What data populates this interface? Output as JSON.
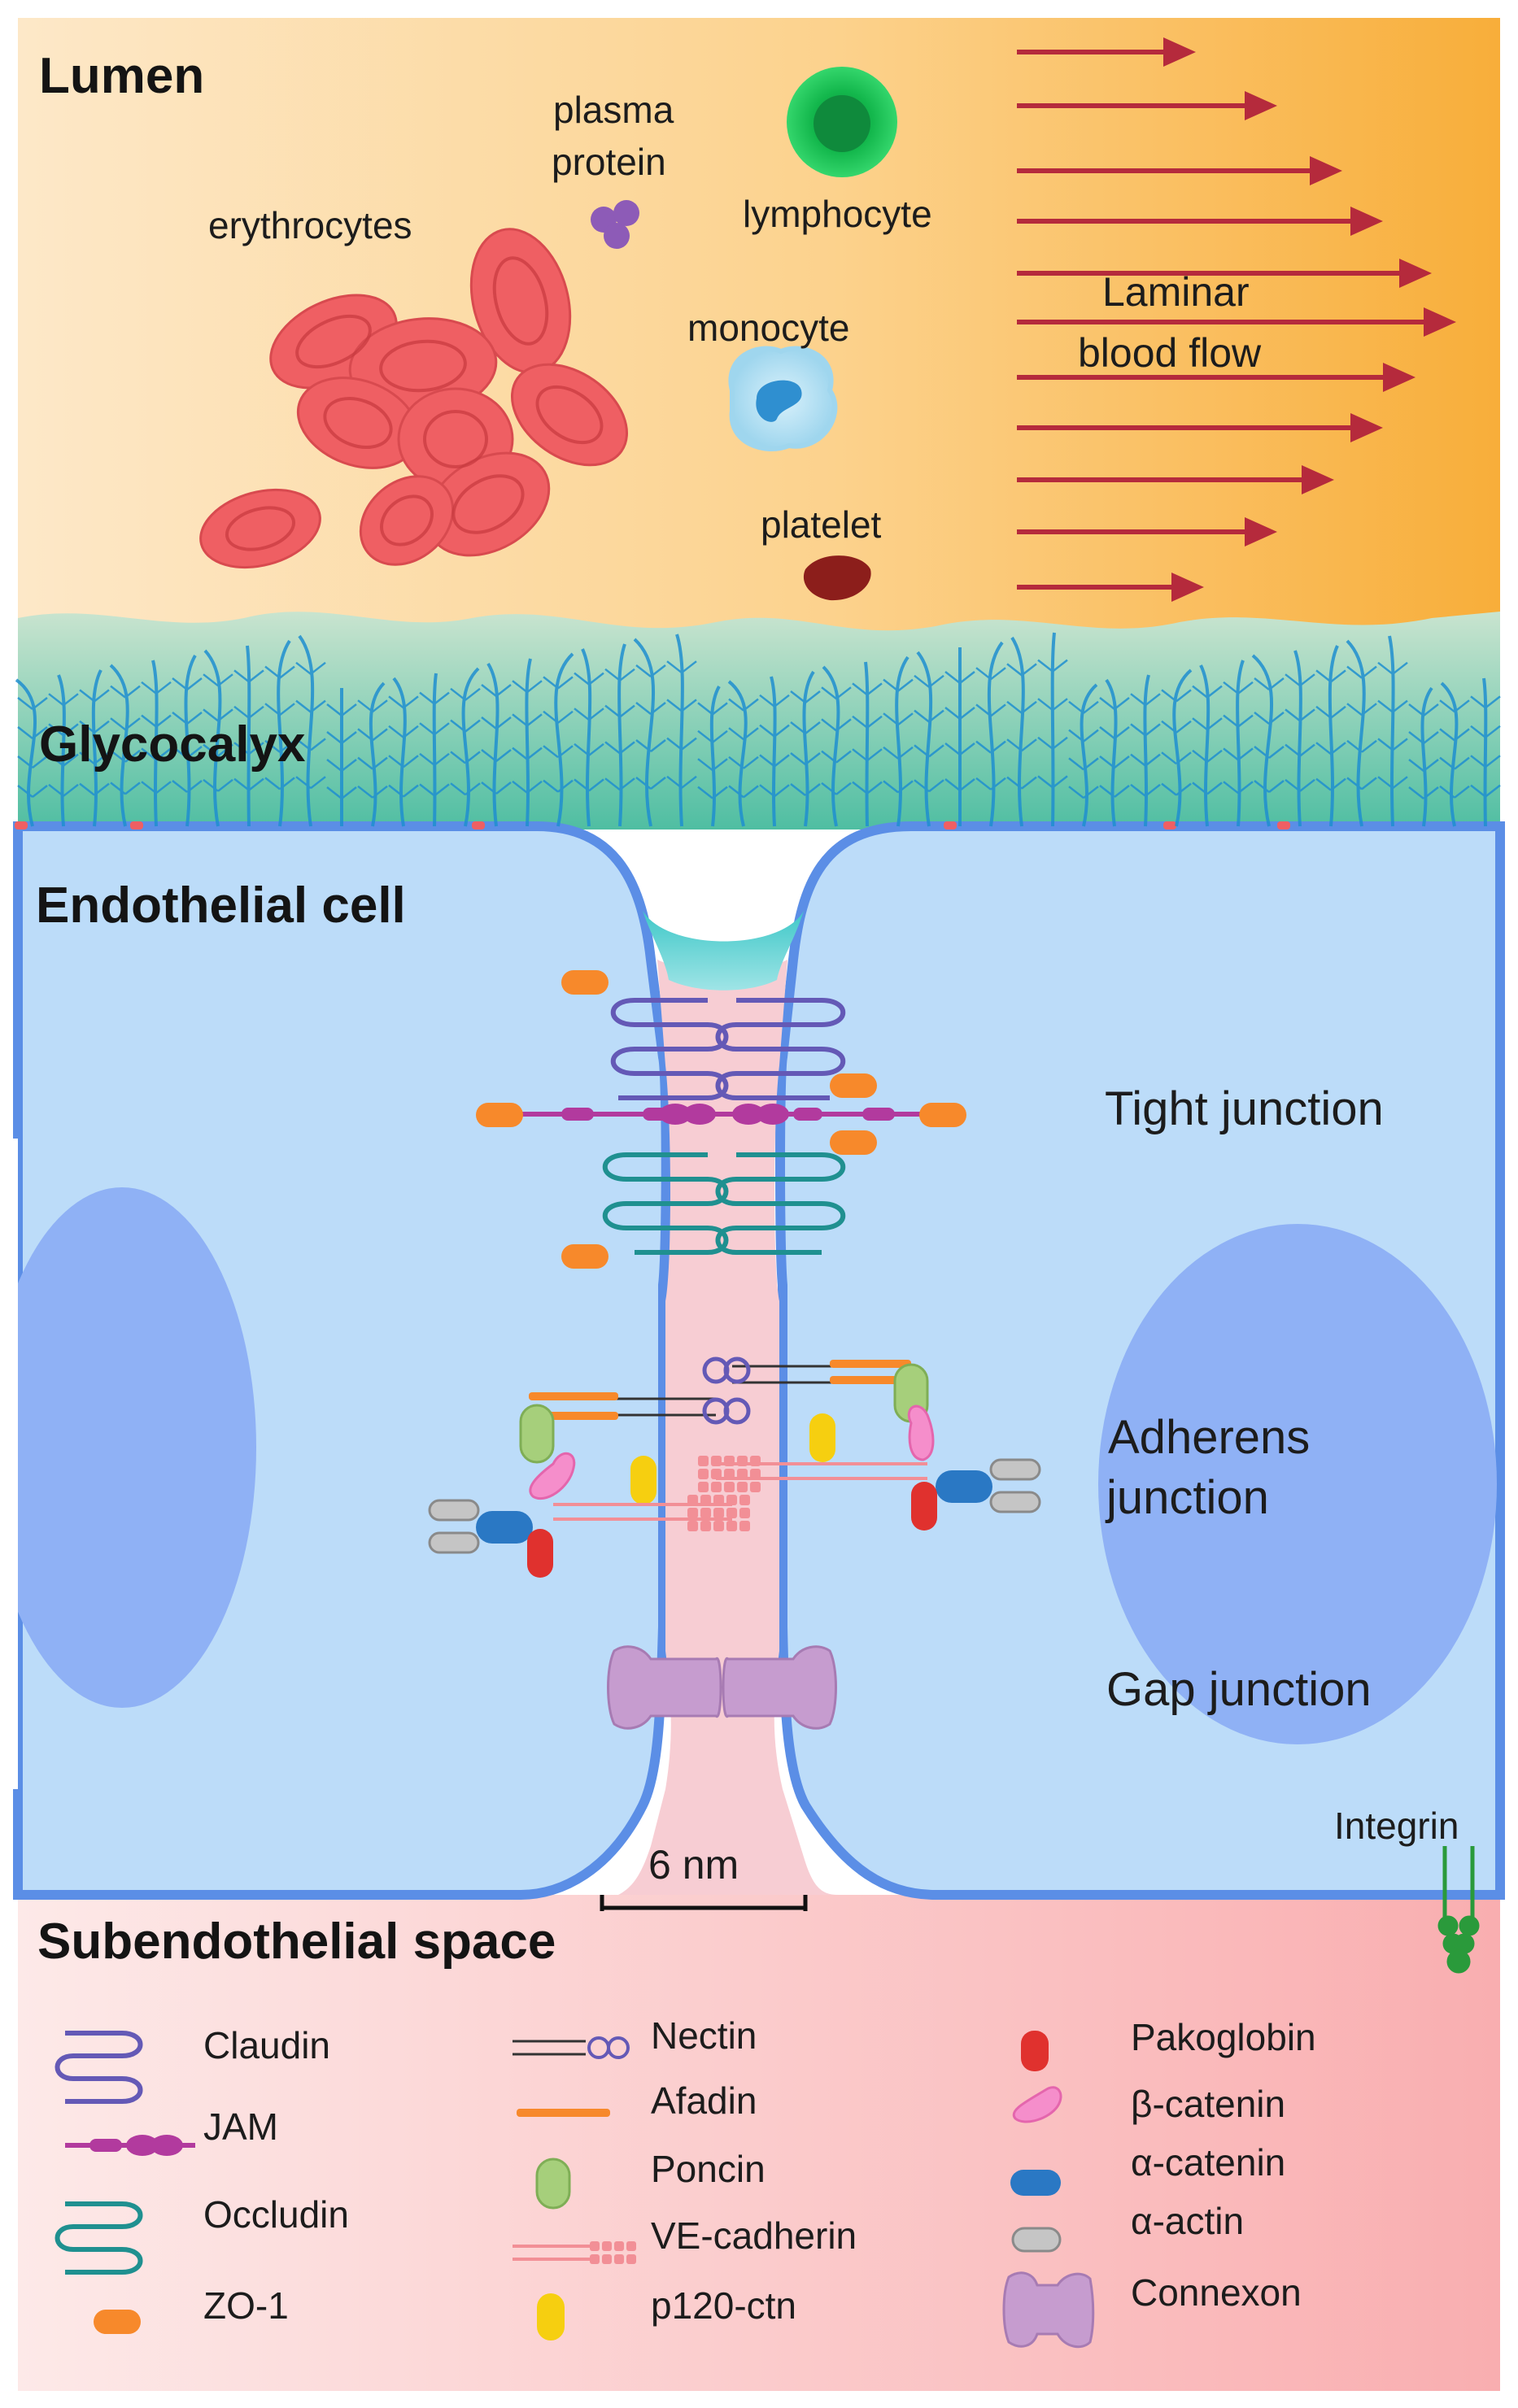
{
  "sections": {
    "lumen": "Lumen",
    "glycocalyx": "Glycocalyx",
    "endothelial_cell": "Endothelial cell",
    "subendothelial_space": "Subendothelial space"
  },
  "lumen_labels": {
    "plasma_protein_line1": "plasma",
    "plasma_protein_line2": "protein",
    "erythrocytes": "erythrocytes",
    "lymphocyte": "lymphocyte",
    "monocyte": "monocyte",
    "platelet": "platelet",
    "flow_line1": "Laminar",
    "flow_line2": "blood flow"
  },
  "junction_labels": {
    "tight_junction": "Tight junction",
    "adherens_line1": "Adherens",
    "adherens_line2": "junction",
    "gap_junction": "Gap junction",
    "integrin": "Integrin",
    "scale": "6 nm"
  },
  "legend": {
    "col1": [
      "Claudin",
      "JAM",
      "Occludin",
      "ZO-1"
    ],
    "col2": [
      "Nectin",
      "Afadin",
      "Poncin",
      "VE-cadherin",
      "p120-ctn"
    ],
    "col3": [
      "Pakoglobin",
      "β-catenin",
      "α-catenin",
      "α-actin",
      "Connexon"
    ]
  },
  "colors": {
    "lumen_left": "#fde8c8",
    "lumen_right": "#f8ae3a",
    "glycocalyx_top": "#b7dccb",
    "glycocalyx_bottom": "#56c0a5",
    "cytoplasm": "#bcdcf9",
    "membrane": "#5b8ee6",
    "nucleus": "#8fb1f5",
    "intercellular": "#f7cdd3",
    "subendothelial_left": "#fbe7e6",
    "subendothelial_right": "#f9b2b2",
    "erythrocyte": "#ef5f63",
    "claudin": "#6459b6",
    "jam": "#b23a9e",
    "occludin": "#1f9090",
    "zo1": "#f7892b",
    "poncin": "#a6cf7b",
    "p120": "#f6cf10",
    "pakoglobin": "#e0312e",
    "beta_catenin": "#f58ecb",
    "alpha_catenin": "#2a78c4",
    "alpha_actin": "#c5c5c5",
    "connexon": "#c69ccf",
    "integrin": "#2a9a3b",
    "flow_arrow": "#b52a3c",
    "platelet": "#8c1e1b"
  }
}
